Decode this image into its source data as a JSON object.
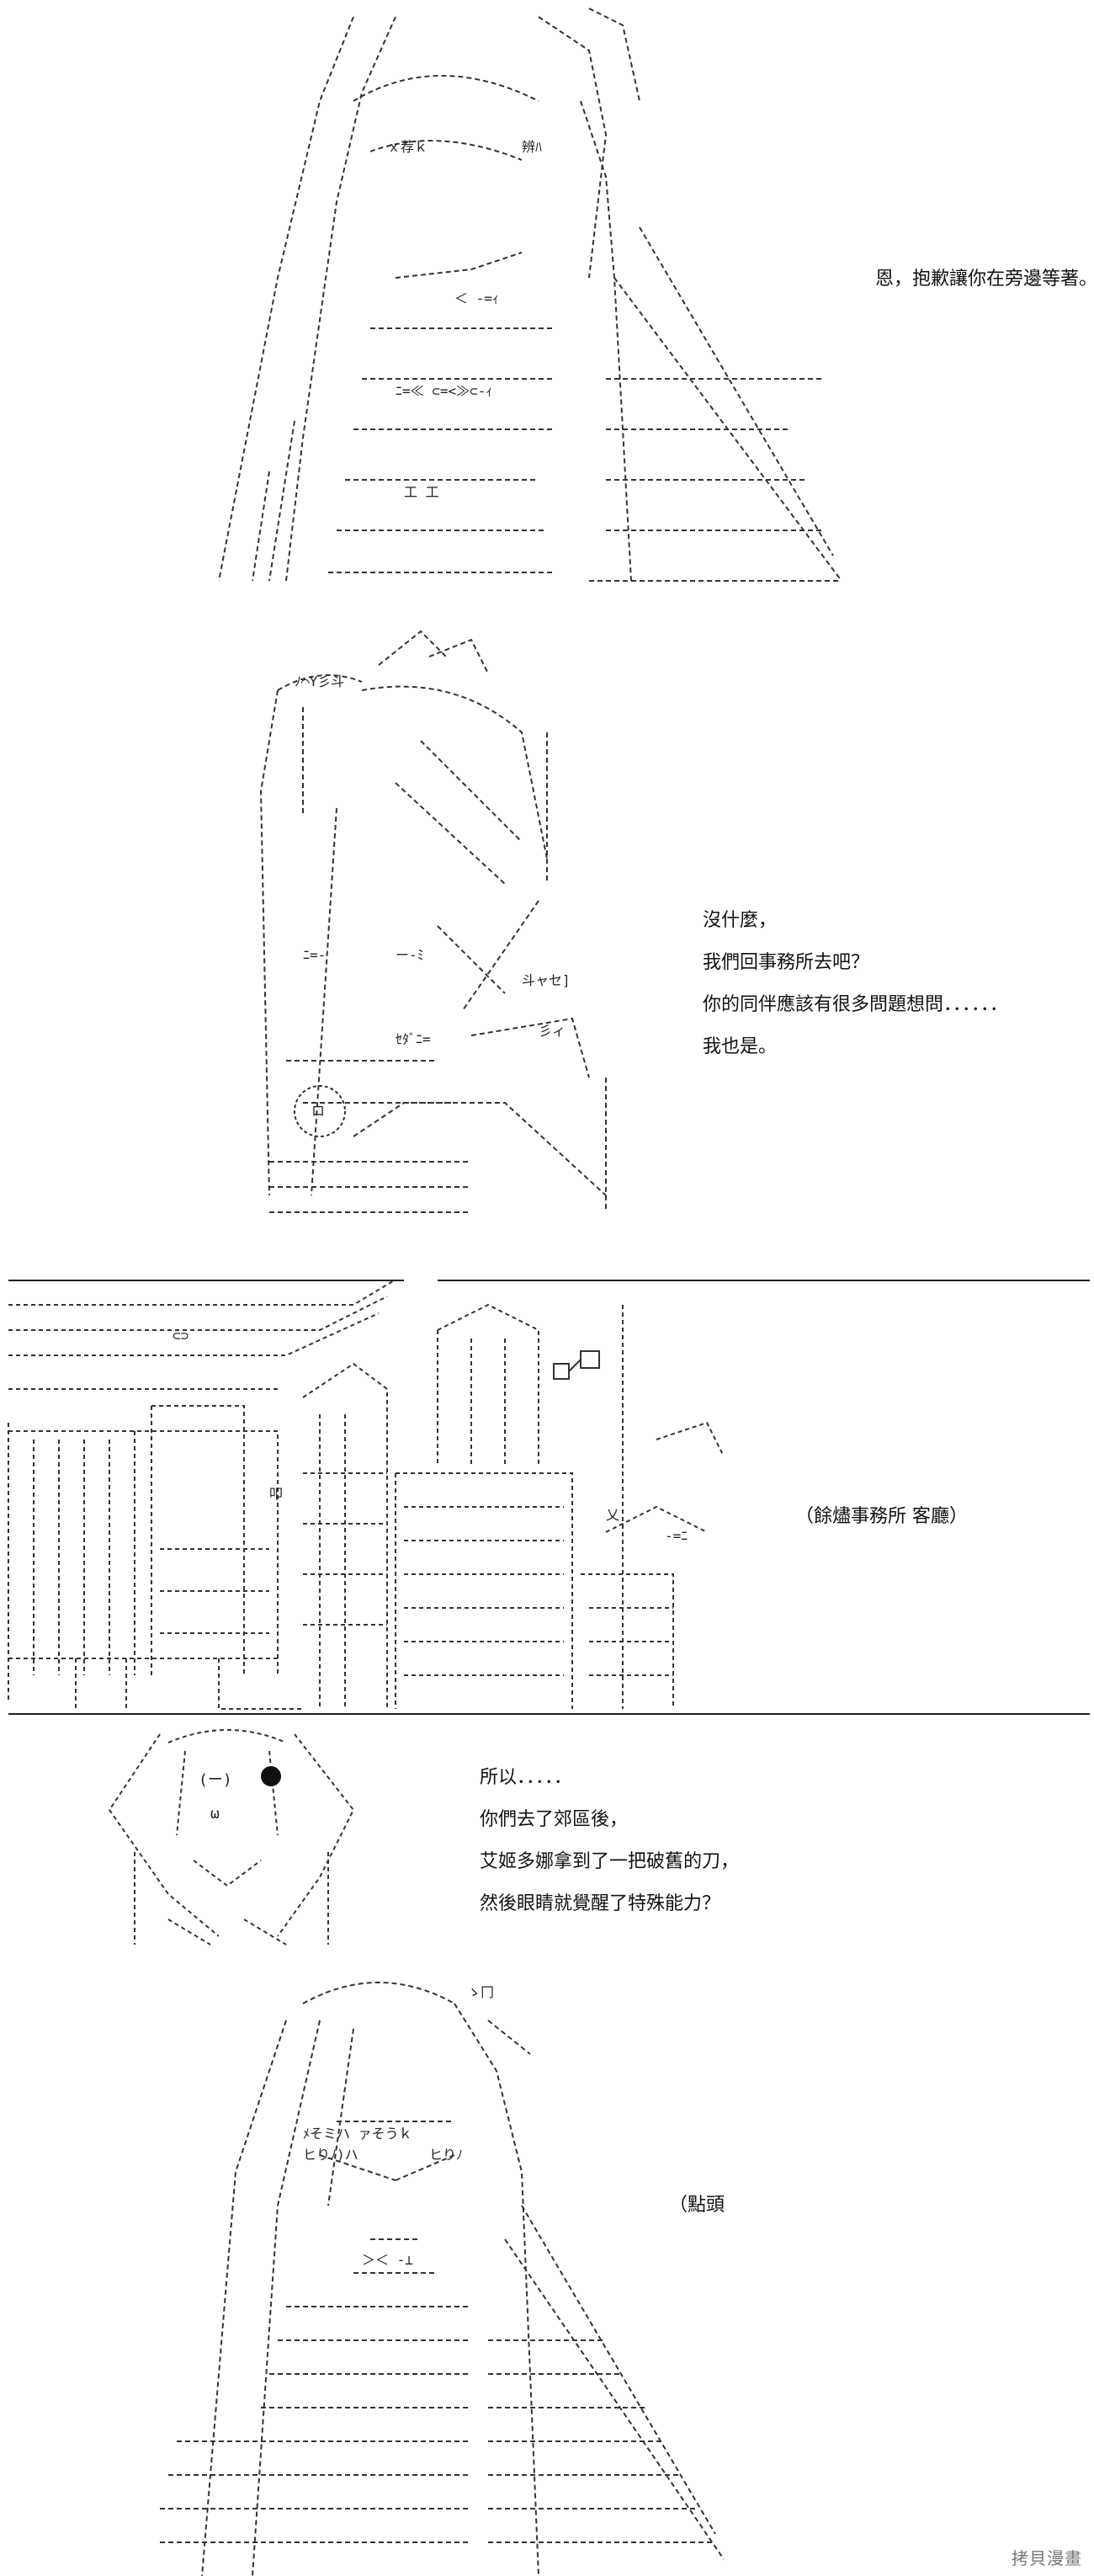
{
  "panels": [
    {
      "captions": [
        "恩，抱歉讓你在旁邊等著。"
      ]
    },
    {
      "captions": [
        "沒什麼，",
        "我們回事務所去吧？",
        "你的同伴應該有很多問題想問．．．．．．",
        "我也是。"
      ]
    },
    {
      "captions": [
        "（餘燼事務所 客廳）"
      ]
    },
    {
      "captions": [
        "所以．．．．．",
        "你們去了郊區後，",
        "艾姬多娜拿到了一把破舊的刀，",
        "然後眼睛就覺醒了特殊能力？"
      ]
    },
    {
      "captions": [
        "（點頭"
      ]
    }
  ],
  "watermark": "拷貝漫畫"
}
